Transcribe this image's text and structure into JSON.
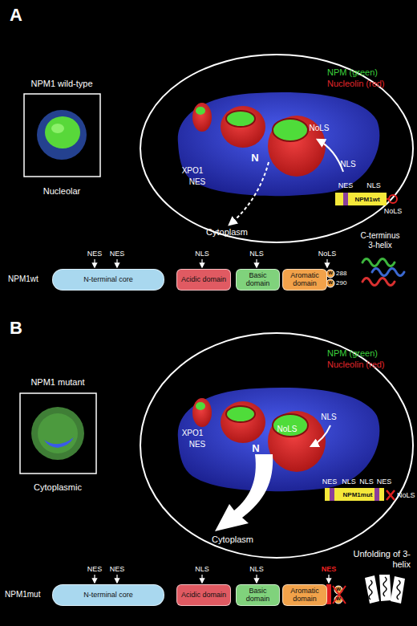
{
  "diagram": {
    "nodes": [
      {
        "text": [
          "A"
        ]
      },
      {
        "text": [
          "NPM1 wild-type",
          "Nucleolar"
        ],
        "in": 0
      },
      {
        "text": [
          "NPM1wt"
        ],
        "in": 0
      },
      {
        "text": [
          "N-terminal core"
        ],
        "in": 0
      },
      {
        "text": [
          "Acidic domain"
        ],
        "in": 0
      },
      {
        "text": [
          "Basic domain"
        ],
        "in": 0
      },
      {
        "text": [
          "Aromatic domain"
        ],
        "in": 0
      },
      {
        "text": [
          "B"
        ]
      },
      {
        "text": [
          "NPM1 mutant",
          "Cytoplasmic"
        ],
        "in": 7
      },
      {
        "text": [
          "NPM1mut"
        ],
        "in": 7
      },
      {
        "text": [
          "N-terminal core"
        ],
        "in": 7
      },
      {
        "text": [
          "Acidic domain"
        ],
        "in": 7
      },
      {
        "text": [
          "Basic domain"
        ],
        "in": 7
      },
      {
        "text": [
          "Aromatic domain"
        ],
        "in": 7
      }
    ],
    "labels": [
      "N",
      "NoLS",
      "NLS",
      "XPO1",
      "NES",
      "Cytoplasm",
      "NES",
      "NLS",
      "NoLS",
      "NES",
      "NES",
      "NLS",
      "NLS",
      "NoLS",
      "W",
      "288",
      "W",
      "290",
      "C-terminus 3-helix",
      "NPM1wt",
      "N",
      "NoLS",
      "NLS",
      "XPO1",
      "NES",
      "Cytoplasm",
      "NES",
      "NLS",
      "NLS",
      "NES",
      "NoLS",
      "NES",
      "NES",
      "NLS",
      "NLS",
      "NES",
      "W",
      "W",
      "Unfolding of 3-helix",
      "NPM1mut"
    ],
    "legend": [
      {
        "text": "NPM (green)",
        "color": "#3ccf3c"
      },
      {
        "text": "Nucleolin (red)",
        "color": "#e3262b"
      },
      {
        "text": "NPM (green)",
        "color": "#3ccf3c"
      },
      {
        "text": "Nucleolin (red)",
        "color": "#e3262b"
      }
    ]
  }
}
